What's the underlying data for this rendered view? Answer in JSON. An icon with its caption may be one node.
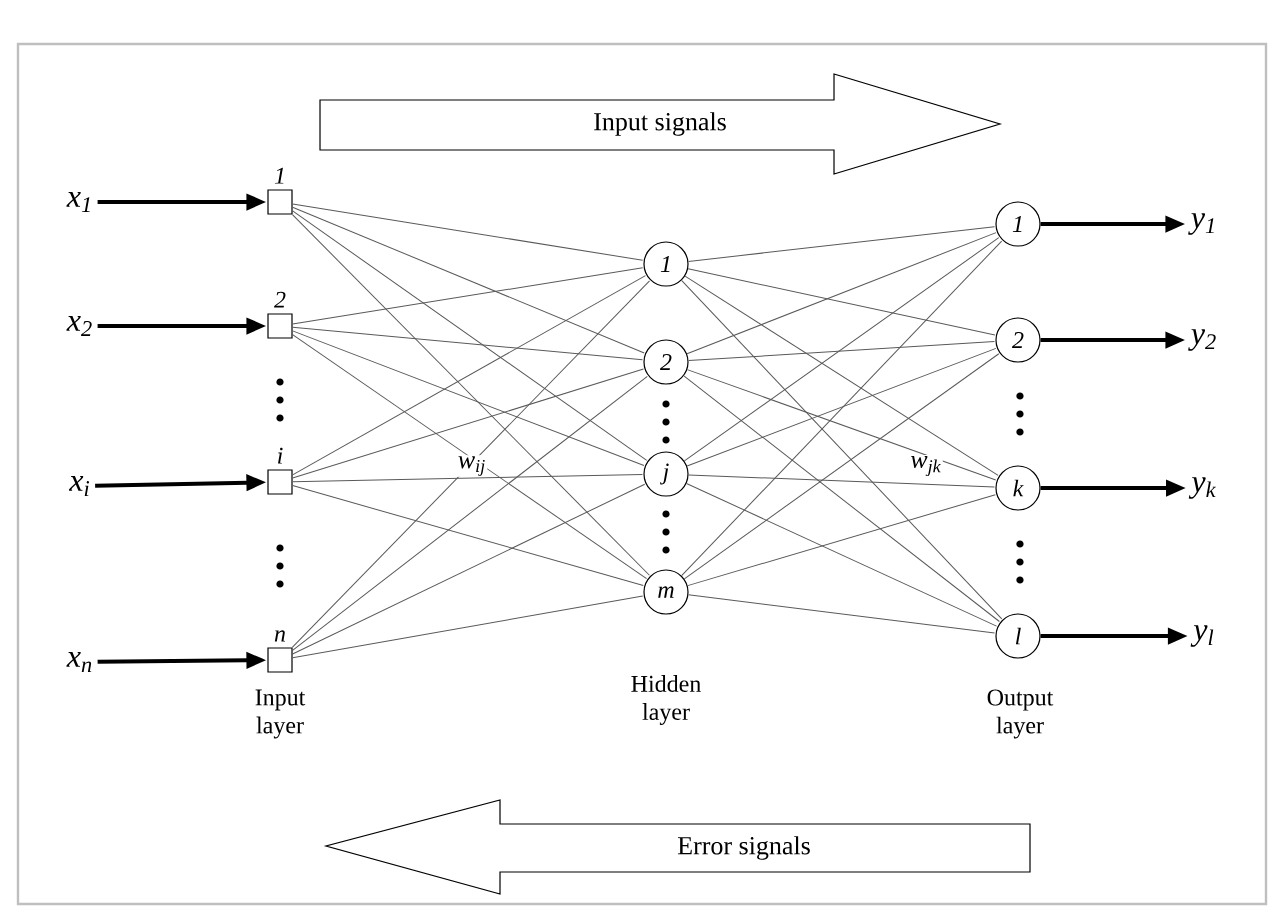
{
  "diagram": {
    "nodes": [
      {
        "text": [
          "Input signals"
        ]
      },
      {
        "text": [
          "x$_{1}$"
        ]
      },
      {
        "text": [
          "x$_{2}$"
        ]
      },
      {
        "text": [
          "x$_{i}$"
        ]
      },
      {
        "text": [
          "x$_{n}$"
        ]
      },
      {
        "text": [],
        "shape": "box",
        "beside": [
          "1"
        ]
      },
      {
        "text": [],
        "shape": "box",
        "beside": [
          "2"
        ]
      },
      {
        "text": [],
        "shape": "box",
        "beside": [
          "i"
        ]
      },
      {
        "text": [],
        "shape": "box",
        "beside": [
          "n"
        ]
      },
      {
        "text": [
          "1"
        ]
      },
      {
        "text": [
          "2"
        ]
      },
      {
        "text": [
          "j"
        ]
      },
      {
        "text": [
          "m"
        ]
      },
      {
        "text": [
          "1"
        ]
      },
      {
        "text": [
          "2"
        ]
      },
      {
        "text": [
          "k"
        ]
      },
      {
        "text": [
          "l"
        ]
      },
      {
        "text": [
          "y$_{1}$"
        ]
      },
      {
        "text": [
          "y$_{2}$"
        ]
      },
      {
        "text": [
          "y$_{k}$"
        ]
      },
      {
        "text": [
          "y$_{l}$"
        ]
      },
      {
        "text": [
          "Error signals"
        ]
      }
    ],
    "edges": [
      {
        "from": 1,
        "to": 5,
        "arrow": "to",
        "style": "thick",
        "color": "#000000"
      },
      {
        "from": 2,
        "to": 6,
        "arrow": "to",
        "style": "thick",
        "color": "#000000"
      },
      {
        "from": 3,
        "to": 7,
        "arrow": "to",
        "style": "thick",
        "color": "#000000"
      },
      {
        "from": 4,
        "to": 8,
        "arrow": "to",
        "style": "thick",
        "color": "#000000"
      },
      {
        "from": 5,
        "to": 9,
        "arrow": "none"
      },
      {
        "from": 5,
        "to": 10,
        "arrow": "none"
      },
      {
        "from": 5,
        "to": 11,
        "arrow": "none"
      },
      {
        "from": 5,
        "to": 12,
        "arrow": "none"
      },
      {
        "from": 6,
        "to": 9,
        "arrow": "none"
      },
      {
        "from": 6,
        "to": 10,
        "arrow": "none"
      },
      {
        "from": 6,
        "to": 11,
        "arrow": "none"
      },
      {
        "from": 6,
        "to": 12,
        "arrow": "none"
      },
      {
        "from": 7,
        "to": 9,
        "arrow": "none"
      },
      {
        "from": 7,
        "to": 10,
        "arrow": "none"
      },
      {
        "from": 7,
        "to": 11,
        "arrow": "none"
      },
      {
        "from": 7,
        "to": 12,
        "arrow": "none"
      },
      {
        "from": 8,
        "to": 9,
        "arrow": "none"
      },
      {
        "from": 8,
        "to": 10,
        "arrow": "none"
      },
      {
        "from": 8,
        "to": 11,
        "arrow": "none"
      },
      {
        "from": 8,
        "to": 12,
        "arrow": "none"
      },
      {
        "from": 9,
        "to": 13,
        "arrow": "none"
      },
      {
        "from": 9,
        "to": 14,
        "arrow": "none"
      },
      {
        "from": 9,
        "to": 15,
        "arrow": "none"
      },
      {
        "from": 9,
        "to": 16,
        "arrow": "none"
      },
      {
        "from": 10,
        "to": 13,
        "arrow": "none"
      },
      {
        "from": 10,
        "to": 14,
        "arrow": "none"
      },
      {
        "from": 10,
        "to": 15,
        "arrow": "none"
      },
      {
        "from": 10,
        "to": 16,
        "arrow": "none"
      },
      {
        "from": 11,
        "to": 13,
        "arrow": "none"
      },
      {
        "from": 11,
        "to": 14,
        "arrow": "none"
      },
      {
        "from": 11,
        "to": 15,
        "arrow": "none"
      },
      {
        "from": 11,
        "to": 16,
        "arrow": "none"
      },
      {
        "from": 12,
        "to": 13,
        "arrow": "none"
      },
      {
        "from": 12,
        "to": 14,
        "arrow": "none"
      },
      {
        "from": 12,
        "to": 15,
        "arrow": "none"
      },
      {
        "from": 12,
        "to": 16,
        "arrow": "none"
      },
      {
        "from": 13,
        "to": 17,
        "arrow": "to",
        "style": "thick",
        "color": "#000000"
      },
      {
        "from": 14,
        "to": 18,
        "arrow": "to",
        "style": "thick",
        "color": "#000000"
      },
      {
        "from": 15,
        "to": 19,
        "arrow": "to",
        "style": "thick",
        "color": "#000000"
      },
      {
        "from": 16,
        "to": 20,
        "arrow": "to",
        "style": "thick",
        "color": "#000000"
      }
    ],
    "labels": [
      "w$_{ij}$",
      "w$_{jk}$",
      "Input layer",
      "Hidden layer",
      "Output layer"
    ]
  }
}
